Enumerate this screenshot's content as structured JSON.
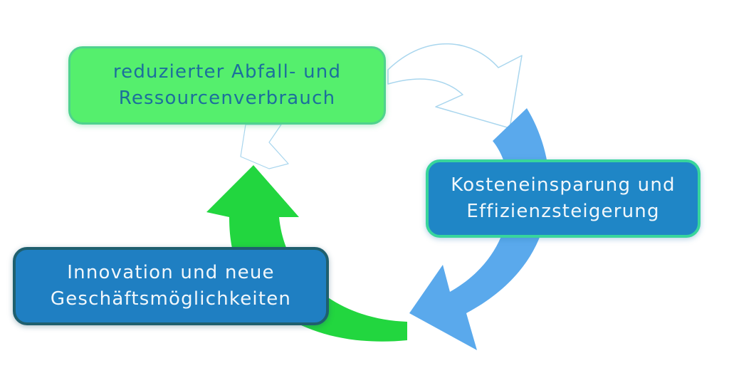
{
  "diagram": {
    "type": "cycle",
    "nodes": [
      {
        "id": "waste",
        "line1": "reduzierter Abfall- und",
        "line2": "Ressourcenverbrauch",
        "fill": "#55ef6d",
        "text_color": "#1c6f9c"
      },
      {
        "id": "cost",
        "line1": "Kosteneinsparung und",
        "line2": "Effizienzsteigerung",
        "fill": "#1f86c6",
        "text_color": "#f1f7fb"
      },
      {
        "id": "innovation",
        "line1": "Innovation und neue",
        "line2": "Geschäftsmöglichkeiten",
        "fill": "#1f7fc2",
        "text_color": "#f1f7fb"
      }
    ],
    "arrows": [
      {
        "from": "waste",
        "to": "cost",
        "color": "#ffffff",
        "outline": "#9fd0ea"
      },
      {
        "from": "cost",
        "to": "innovation",
        "color": "#5aa9ec"
      },
      {
        "from": "innovation",
        "to": "waste",
        "color": "#22d63f"
      }
    ]
  }
}
